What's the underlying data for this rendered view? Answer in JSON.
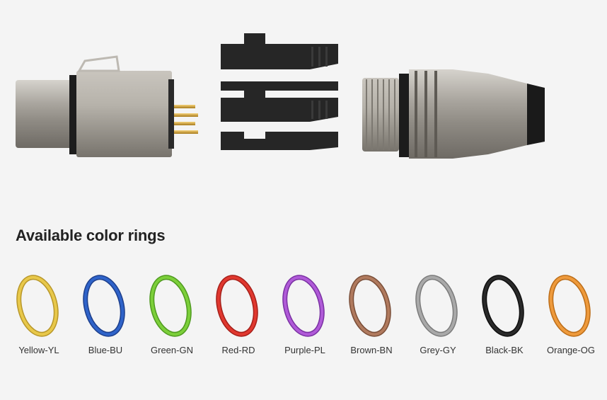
{
  "section": {
    "title": "Available color rings"
  },
  "rings": [
    {
      "label": "Yellow-YL",
      "color": "#e8c84a",
      "shade": "#b8972a"
    },
    {
      "label": "Blue-BU",
      "color": "#2f63c9",
      "shade": "#1d3f8c"
    },
    {
      "label": "Green-GN",
      "color": "#7ccf3a",
      "shade": "#4f9a1f"
    },
    {
      "label": "Red-RD",
      "color": "#e0382f",
      "shade": "#a61f19"
    },
    {
      "label": "Purple-PL",
      "color": "#b05ad8",
      "shade": "#7a31a3"
    },
    {
      "label": "Brown-BN",
      "color": "#b07a5e",
      "shade": "#7a4e38"
    },
    {
      "label": "Grey-GY",
      "color": "#a9a9a9",
      "shade": "#7b7b7b"
    },
    {
      "label": "Black-BK",
      "color": "#2a2a2a",
      "shade": "#0e0e0e"
    },
    {
      "label": "Orange-OG",
      "color": "#ee9a3c",
      "shade": "#bc6d18"
    }
  ]
}
